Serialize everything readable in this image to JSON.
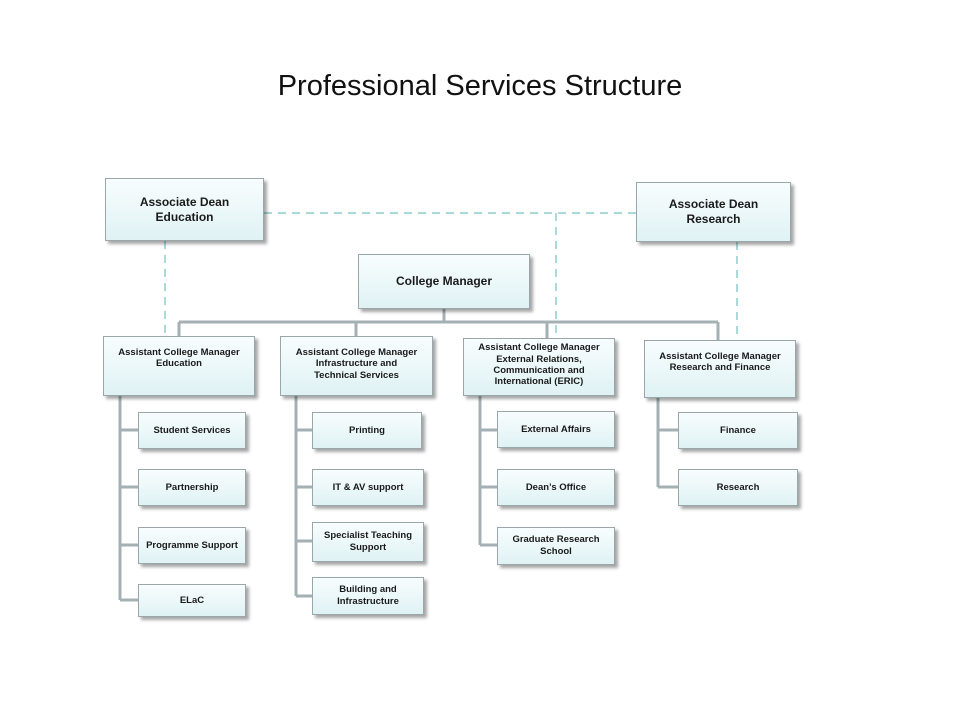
{
  "title": "Professional Services Structure",
  "associate_dean_education": "Associate Dean\nEducation",
  "associate_dean_research": "Associate Dean\nResearch",
  "college_manager": "College Manager",
  "acm_education": "Assistant College Manager\nEducation",
  "acm_infrastructure": "Assistant College Manager\nInfrastructure and\nTechnical Services",
  "acm_eric": "Assistant College Manager\nExternal Relations,\nCommunication and\nInternational (ERIC)",
  "acm_research": "Assistant College Manager\nResearch and Finance",
  "education_units": [
    "Student Services",
    "Partnership",
    "Programme Support",
    "ELaC"
  ],
  "infrastructure_units": [
    "Printing",
    "IT & AV support",
    "Specialist Teaching\nSupport",
    "Building and\nInfrastructure"
  ],
  "eric_units": [
    "External Affairs",
    "Dean’s Office",
    "Graduate Research\nSchool"
  ],
  "research_units": [
    "Finance",
    "Research"
  ],
  "colors": {
    "solid_line": "#a4b1b4",
    "dashed_line": "#a9d9d9",
    "box_fill_top": "#f8fdfe",
    "box_fill_bottom": "#dff2f4"
  }
}
